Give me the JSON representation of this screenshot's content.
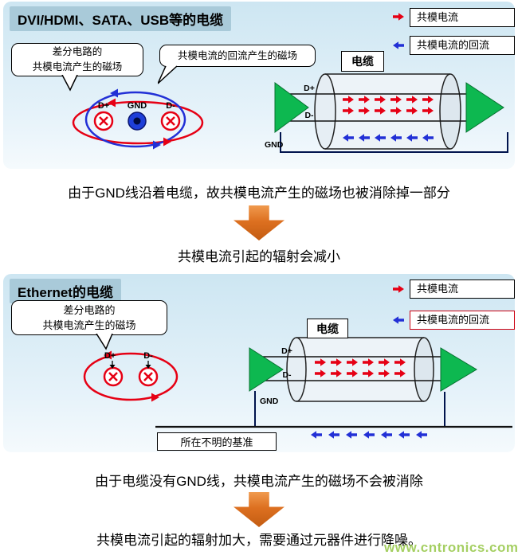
{
  "legend": {
    "current": "共模电流",
    "return": "共模电流的回流"
  },
  "top": {
    "title": "DVI/HDMI、SATA、USB等的电缆",
    "callout_field": {
      "line1": "差分电路的",
      "line2": "共模电流产生的磁场"
    },
    "callout_return": "共模电流的回流产生的磁场",
    "cable_label": "电缆",
    "labels": {
      "dplus": "D+",
      "gnd": "GND",
      "dminus": "D-"
    },
    "cable": {
      "dplus": "D+",
      "dminus": "D-",
      "gnd": "GND"
    },
    "caption": "由于GND线沿着电缆，故共模电流产生的磁场也被消除掉一部分",
    "conclusion": "共模电流引起的辐射会减小"
  },
  "bottom": {
    "title": "Ethernet的电缆",
    "callout_field": {
      "line1": "差分电路的",
      "line2": "共模电流产生的磁场"
    },
    "cable_label": "电缆",
    "labels": {
      "dplus": "D+",
      "dminus": "D-"
    },
    "cable": {
      "dplus": "D+",
      "dminus": "D-",
      "gnd": "GND"
    },
    "reference": "所在不明的基准",
    "caption": "由于电缆没有GND线，共模电流产生的磁场不会被消除",
    "conclusion": "共模电流引起的辐射加大，需要通过元器件进行降噪。"
  },
  "watermark": "www.cntronics.com",
  "colors": {
    "common_mode_red": "#e60014",
    "return_blue": "#2230d6",
    "driver_green": "#0db850",
    "arrow_orange": "#dd7020",
    "panel_blue": "#cde6f2",
    "title_strip_blue": "#a9cad9",
    "watermark_green": "#8fc43c"
  }
}
